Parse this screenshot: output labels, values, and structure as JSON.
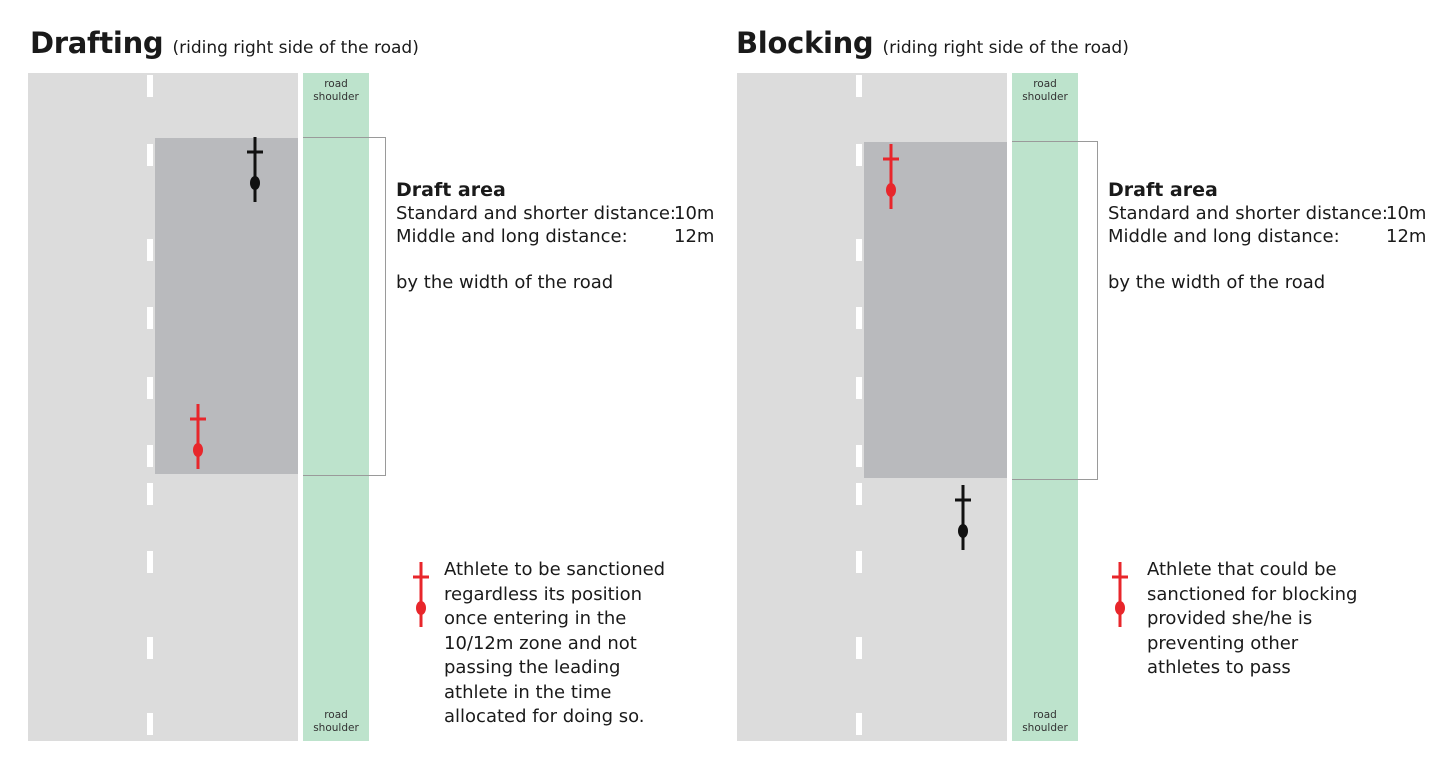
{
  "panels": [
    {
      "title": "Drafting",
      "subtitle": "(riding right side of the road)",
      "shoulder_label": [
        "road",
        "shoulder"
      ],
      "draft_area": {
        "heading": "Draft area",
        "rows": [
          {
            "label": "Standard and shorter distance:",
            "value": "10m"
          },
          {
            "label": "Middle and long distance:",
            "value": "12m"
          }
        ],
        "note": "by the width of the road"
      },
      "legend": "Athlete to be sanctioned regardless its position once entering in the 10/12m zone and not passing the leading athlete in the time allocated for doing so.",
      "legend_icon_color": "#e8262b",
      "athletes": [
        {
          "name": "leading-athlete",
          "color": "#111111"
        },
        {
          "name": "drafting-athlete",
          "color": "#e8262b"
        }
      ]
    },
    {
      "title": "Blocking",
      "subtitle": "(riding right side of the road)",
      "shoulder_label": [
        "road",
        "shoulder"
      ],
      "draft_area": {
        "heading": "Draft area",
        "rows": [
          {
            "label": "Standard and shorter distance:",
            "value": "10m"
          },
          {
            "label": "Middle and long distance:",
            "value": "12m"
          }
        ],
        "note": "by the width of the road"
      },
      "legend": "Athlete that could be sanctioned for blocking provided she/he is preventing other athletes to pass",
      "legend_icon_color": "#e8262b",
      "athletes": [
        {
          "name": "blocking-athlete",
          "color": "#e8262b"
        },
        {
          "name": "following-athlete",
          "color": "#111111"
        }
      ]
    }
  ],
  "colors": {
    "road": "#dcdcdc",
    "shoulder": "#bde3cc",
    "draft_zone": "#b9babd",
    "sanction_red": "#e8262b",
    "athlete_black": "#111111"
  }
}
